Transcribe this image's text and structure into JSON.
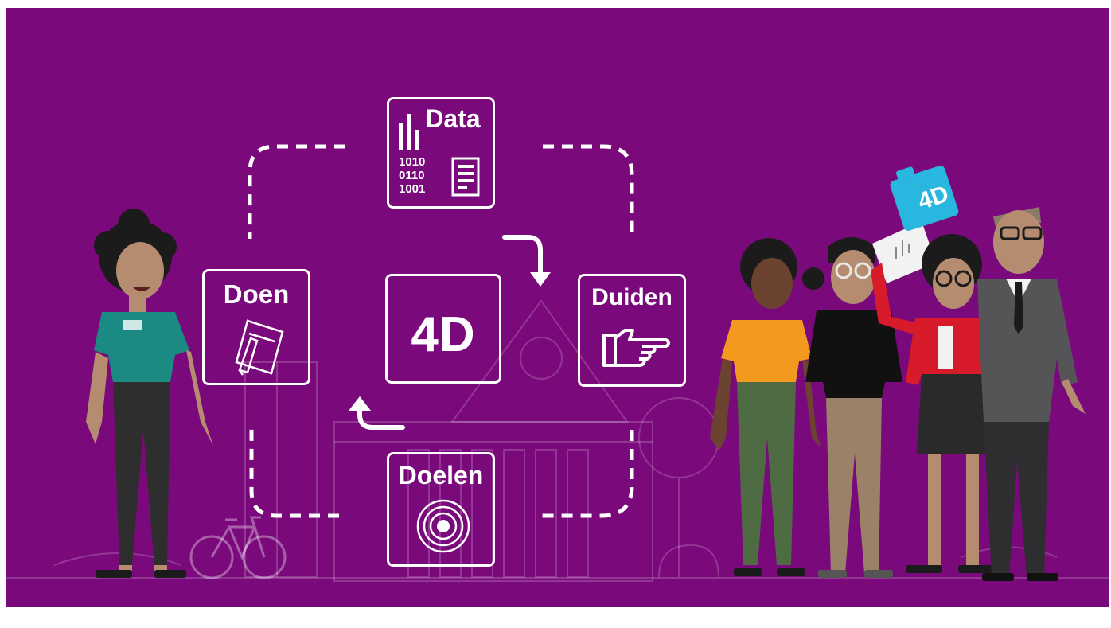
{
  "diagram": {
    "center": "4D",
    "steps": {
      "data": {
        "label": "Data",
        "binary": [
          "1010",
          "0110",
          "1001"
        ],
        "icon": "chart-document-icon"
      },
      "duiden": {
        "label": "Duiden",
        "icon": "pointing-hand-icon"
      },
      "doelen": {
        "label": "Doelen",
        "icon": "target-icon"
      },
      "doen": {
        "label": "Doen",
        "icon": "pencil-notepad-icon"
      }
    }
  },
  "illustration": {
    "badge_text": "4D",
    "colors": {
      "background": "#7a0a7c",
      "lines": "#ffffff",
      "teal_shirt": "#1a8a82",
      "orange_shirt": "#f39a1e",
      "red_jacket": "#d81b2a",
      "grey_suit": "#555558",
      "blue_card": "#29b7e0"
    }
  }
}
